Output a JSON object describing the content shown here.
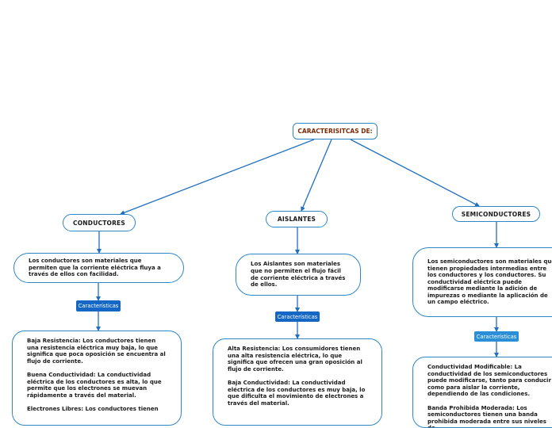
{
  "root": {
    "title": "CARACTERISITCAS DE:"
  },
  "branches": [
    {
      "title": "CONDUCTORES",
      "description": "Los conductores son materiales que permiten que la corriente eléctrica fluya a través de ellos con facilidad.",
      "tag": "Características",
      "details": [
        "Baja Resistencia: Los conductores tienen una resistencia eléctrica muy baja, lo que significa que poca oposición se encuentra al flujo de corriente.",
        "Buena Conductividad: La conductividad eléctrica de los conductores es alta, lo que permite que los electrones se muevan rápidamente a través del material.",
        "Electrones Libres: Los conductores tienen"
      ]
    },
    {
      "title": "AISLANTES",
      "description": "Los Aislantes son materiales que no permiten el flujo fácil de corriente eléctrica a través de ellos.",
      "tag": "Características",
      "details": [
        "Alta Resistencia: Los consumidores tienen una alta resistencia eléctrica, lo que significa que ofrecen una gran oposición al flujo de corriente.",
        "Baja Conductividad: La conductividad eléctrica de los conductores es muy baja, lo que dificulta el movimiento de electrones a través del material."
      ]
    },
    {
      "title": "SEMICONDUCTORES",
      "description": "Los semiconductores son materiales que tienen propiedades intermedias entre los conductores y los conductores. Su conductividad eléctrica puede modificarse mediante la adición de impurezas o mediante la aplicación de un campo eléctrico.",
      "tag": "Características",
      "details": [
        "Conductividad Modificable: La conductividad de los semiconductores puede modificarse, tanto para conducir como para aislar la corriente, dependiendo de las condiciones.",
        "Banda Prohibida Moderada: Los semiconductores tienen una banda prohibida moderada entre sus niveles de"
      ]
    }
  ],
  "colors": {
    "line": "#1f6fc0",
    "node_border": "#2f86c7",
    "root_text": "#7a2a05",
    "tag_dark": "#1467c4",
    "tag_light": "#2a8fd6"
  }
}
